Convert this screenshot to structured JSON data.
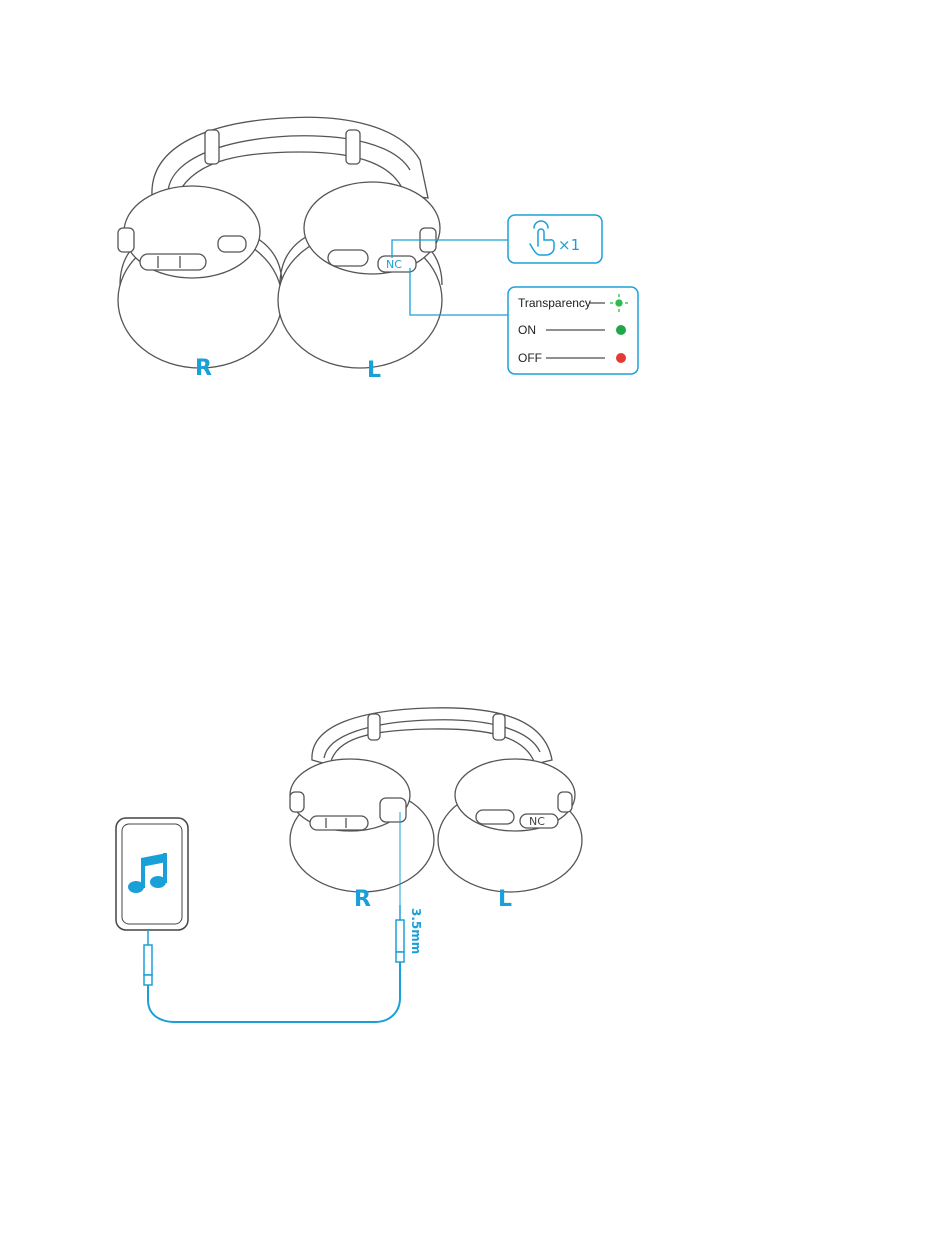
{
  "colors": {
    "accent": "#1aa0d8",
    "outline": "#555555",
    "green": "#1fa84a",
    "red": "#e53935",
    "transparency_green": "#2dbb4f"
  },
  "figure1": {
    "right_label": "R",
    "left_label": "L",
    "button_label": "NC",
    "tap_count": "×1",
    "tap_icon": "tap-gesture-icon",
    "modes": [
      {
        "label": "Transparency",
        "indicator": "blinking-green"
      },
      {
        "label": "ON",
        "indicator": "green"
      },
      {
        "label": "OFF",
        "indicator": "red"
      }
    ]
  },
  "figure2": {
    "right_label": "R",
    "left_label": "L",
    "button_label": "NC",
    "cable_label": "3.5mm",
    "phone_icon": "music-note-icon"
  }
}
